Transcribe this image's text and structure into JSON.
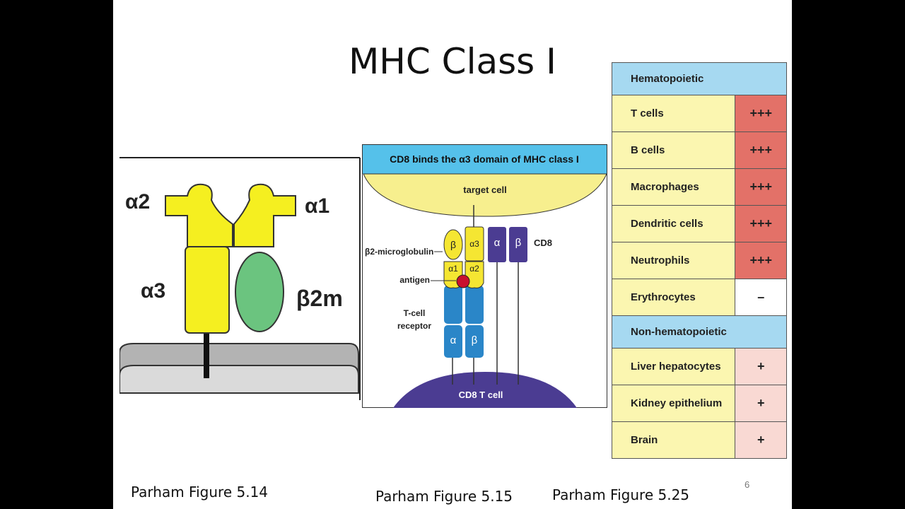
{
  "slide": {
    "title": "MHC Class I",
    "page_number": "6",
    "captions": [
      "Parham Figure 5.14",
      "Parham Figure 5.15",
      "Parham Figure 5.25"
    ]
  },
  "fig514": {
    "alpha2": "α2",
    "alpha1": "α1",
    "alpha3": "α3",
    "b2m": "β2m",
    "colors": {
      "domain": "#f5ef20",
      "b2m": "#6bc47f",
      "membrane": "#b3b3b3"
    }
  },
  "fig515": {
    "header": "CD8 binds the α3 domain of MHC class I",
    "target_cell": "target cell",
    "b2_label": "β2-microglobulin",
    "antigen": "antigen",
    "tcr_line1": "T-cell",
    "tcr_line2": "receptor",
    "cd8": "CD8",
    "t_cell": "CD8 T cell",
    "beta": "β",
    "alpha": "α",
    "a3": "α3",
    "a1": "α1",
    "a2": "α2",
    "colors": {
      "header": "#55c1ea",
      "target": "#f7ef8e",
      "mhc": "#f5e632",
      "tcr": "#2a86c8",
      "cd8": "#4b3c92",
      "antigen": "#c8102e"
    }
  },
  "fig525": {
    "sections": [
      {
        "title": "Hematopoietic",
        "rows": [
          {
            "name": "T cells",
            "level": "+++",
            "class": "high"
          },
          {
            "name": "B cells",
            "level": "+++",
            "class": "high"
          },
          {
            "name": "Macrophages",
            "level": "+++",
            "class": "high"
          },
          {
            "name": "Dendritic cells",
            "level": "+++",
            "class": "high"
          },
          {
            "name": "Neutrophils",
            "level": "+++",
            "class": "high"
          },
          {
            "name": "Erythrocytes",
            "level": "–",
            "class": "none"
          }
        ]
      },
      {
        "title": "Non-hematopoietic",
        "rows": [
          {
            "name": "Liver hepatocytes",
            "level": "+",
            "class": "low"
          },
          {
            "name": "Kidney epithelium",
            "level": "+",
            "class": "low"
          },
          {
            "name": "Brain",
            "level": "+",
            "class": "low"
          }
        ]
      }
    ]
  }
}
